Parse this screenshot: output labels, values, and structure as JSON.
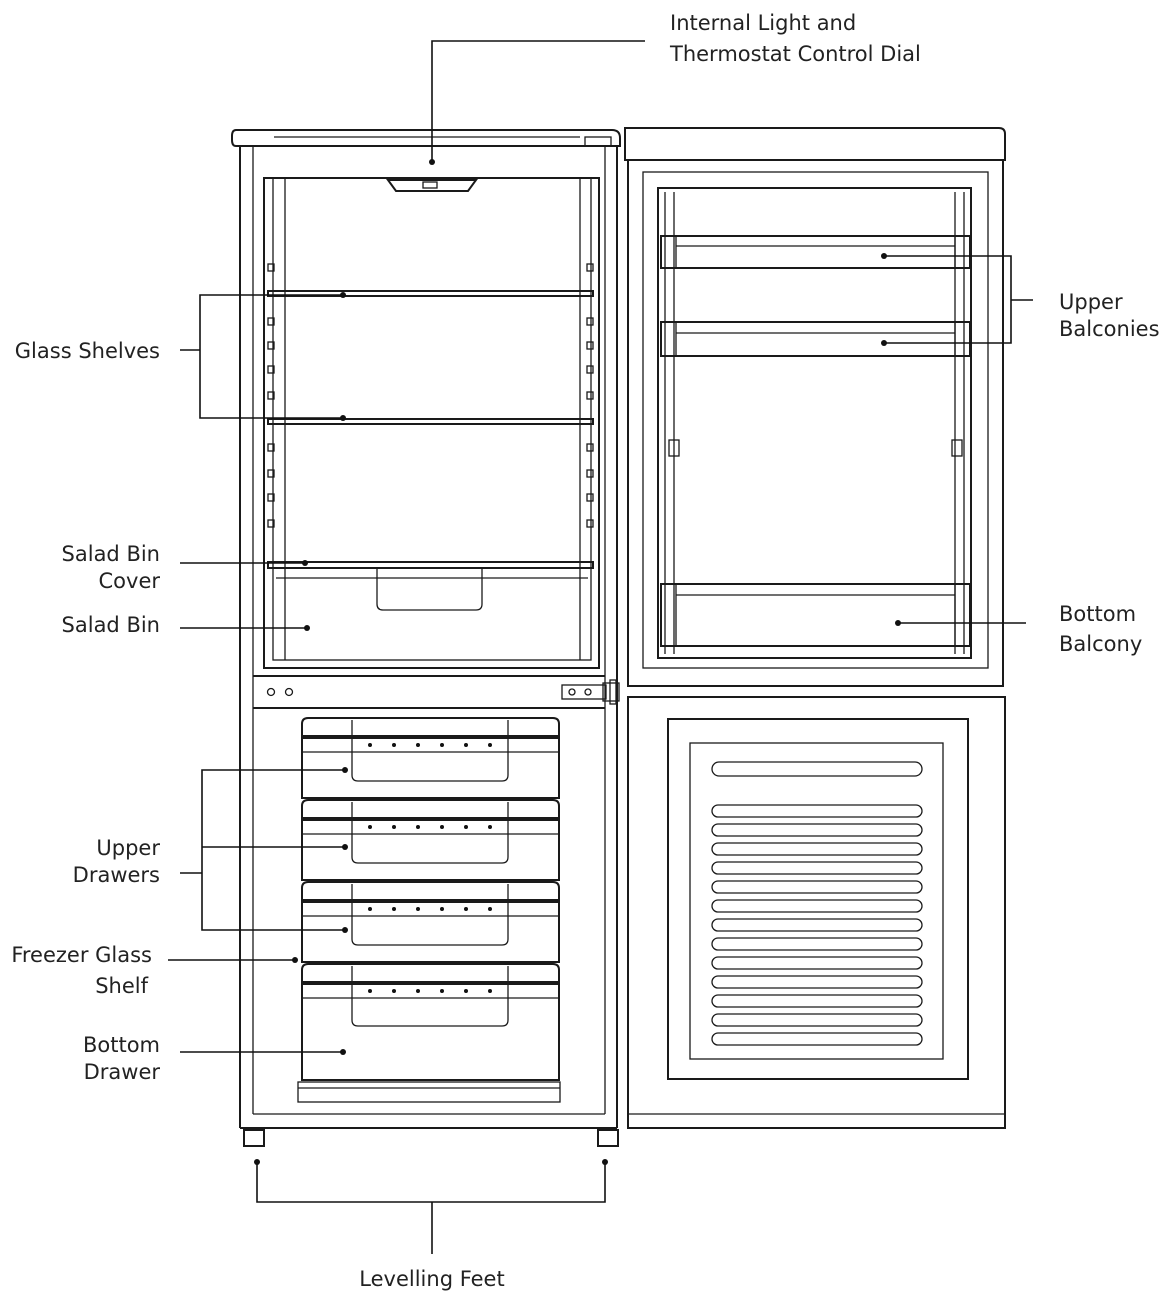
{
  "labels": {
    "internal_light_1": "Internal Light and",
    "internal_light_2": "Thermostat Control Dial",
    "glass_shelves": "Glass Shelves",
    "salad_bin_cover_1": "Salad Bin",
    "salad_bin_cover_2": "Cover",
    "salad_bin": "Salad Bin",
    "upper_drawers_1": "Upper",
    "upper_drawers_2": "Drawers",
    "freezer_glass_shelf_1": "Freezer Glass",
    "freezer_glass_shelf_2": "Shelf",
    "bottom_drawer_1": "Bottom",
    "bottom_drawer_2": "Drawer",
    "levelling_feet": "Levelling Feet",
    "upper_balconies_1": "Upper",
    "upper_balconies_2": "Balconies",
    "bottom_balcony_1": "Bottom",
    "bottom_balcony_2": "Balcony"
  },
  "colors": {
    "line": "#1a1a1a",
    "text": "#222222",
    "background": "#ffffff"
  }
}
